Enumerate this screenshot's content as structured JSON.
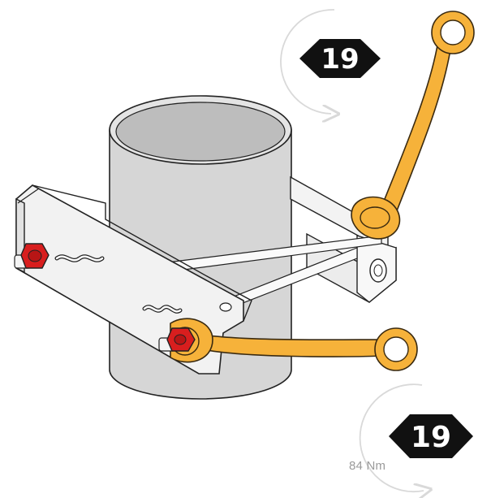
{
  "callouts": {
    "top": {
      "wrench_size": "19",
      "rotation": "counter-clockwise"
    },
    "bottom": {
      "wrench_size": "19",
      "rotation": "counter-clockwise",
      "torque": "84 Nm"
    }
  },
  "colors": {
    "wrench": "#f6b23a",
    "wrench_outline": "#3a2a10",
    "nut_red": "#d81e1e",
    "pipe": "#d6d6d6",
    "bracket": "#ececec",
    "hex_badge": "#111111",
    "hex_text": "#ffffff",
    "arrow": "#d9d9d9"
  }
}
